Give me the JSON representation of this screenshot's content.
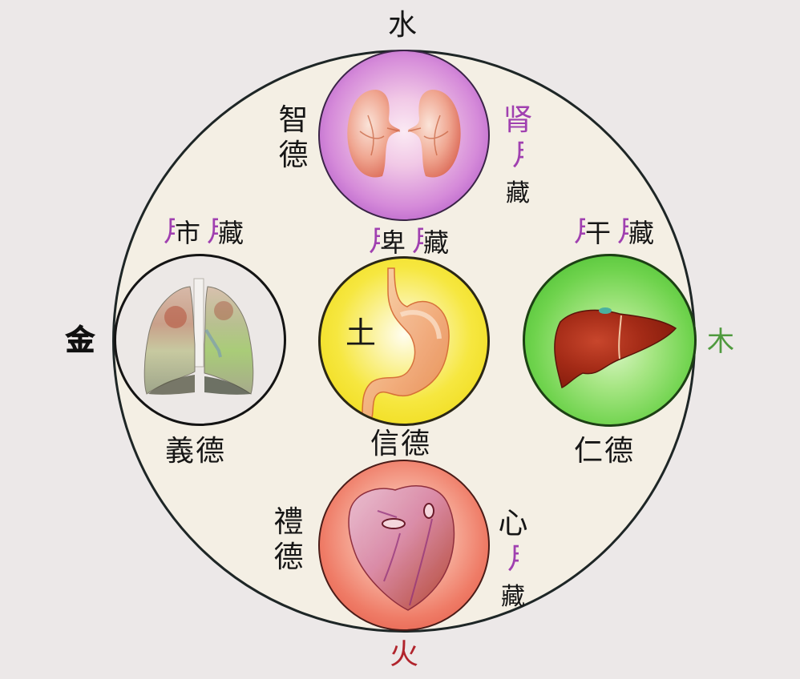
{
  "diagram": {
    "elements": {
      "water": {
        "label": "水",
        "color": "#161616"
      },
      "metal": {
        "label": "金",
        "color": "#161616"
      },
      "wood": {
        "label": "木",
        "color": "#4f9a3e"
      },
      "fire": {
        "label": "火",
        "color": "#b1242c"
      },
      "earth": {
        "label": "土",
        "color": "#161616"
      }
    },
    "virtues": {
      "wisdom": {
        "chars": [
          "智",
          "德"
        ]
      },
      "righteousness": {
        "label": "義德"
      },
      "trust": {
        "label": "信德"
      },
      "benevolence": {
        "label": "仁德"
      },
      "propriety": {
        "chars": [
          "禮",
          "德"
        ]
      }
    },
    "organs": {
      "kidney": {
        "radical": "",
        "first": "肾",
        "second_radical": "月",
        "second_rest": "藏",
        "vertical": true,
        "chars": [
          "肾",
          "臟"
        ]
      },
      "lung": {
        "radical": "月",
        "first_rest": "市",
        "second_radical": "月",
        "second_rest": "藏"
      },
      "spleen": {
        "radical": "月",
        "first_rest": "卑",
        "second_radical": "月",
        "second_rest": "藏"
      },
      "liver": {
        "radical": "月",
        "first_rest": "干",
        "second_radical": "月",
        "second_rest": "藏"
      },
      "heart": {
        "first": "心",
        "second_radical": "月",
        "second_rest": "藏"
      }
    },
    "circles": {
      "outer": {
        "fill": "#f4efe4",
        "stroke": "#1e2626"
      },
      "kidney": {
        "color": "#a94fc3",
        "organ_icon": "kidneys"
      },
      "spleen": {
        "color": "#f0dc1c",
        "organ_icon": "stomach"
      },
      "lung": {
        "color": "#ece8e6",
        "organ_icon": "lungs"
      },
      "liver": {
        "color": "#4cbf33",
        "organ_icon": "liver"
      },
      "heart": {
        "color": "#e45a48",
        "organ_icon": "heart"
      }
    },
    "accent_radical_color": "#a040b0",
    "background": "#ece8e8"
  }
}
